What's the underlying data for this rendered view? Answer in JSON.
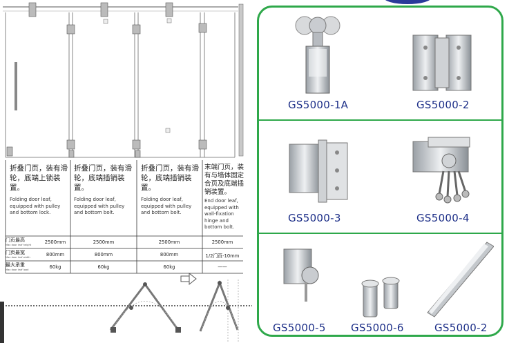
{
  "left_panel": {
    "columns": [
      {
        "cn": "折叠门页，装有滑轮，底端上锁装置。",
        "en": "Folding door leaf, equipped with pulley and bottom lock."
      },
      {
        "cn": "折叠门页，装有滑轮，底端插销装置。",
        "en": "Folding door leaf, equipped with pulley and bottom bolt."
      },
      {
        "cn": "折叠门页，装有滑轮，底端插销装置。",
        "en": "Folding door leaf, equipped with pulley and bottom bolt."
      },
      {
        "cn": "末端门页，装有与墙体固定合页及底端插销装置。",
        "en": "End door leaf, equipped with wall-fixation hinge and bottom bolt."
      }
    ],
    "spec_rows": [
      {
        "label": "门页最高",
        "sub": "Max door leaf height",
        "values": [
          "2500mm",
          "2500mm",
          "2500mm",
          "2500mm"
        ]
      },
      {
        "label": "门页最宽",
        "sub": "Max door leaf width",
        "values": [
          "800mm",
          "800mm",
          "800mm",
          "1/2门页-10mm"
        ]
      },
      {
        "label": "最大承重",
        "sub": "Max door leaf load",
        "values": [
          "60kg",
          "60kg",
          "60kg",
          "——"
        ]
      }
    ]
  },
  "products": [
    {
      "model": "GS5000-1A",
      "icon": "roller-hanger-icon"
    },
    {
      "model": "GS5000-2",
      "icon": "glass-hinge-icon"
    },
    {
      "model": "GS5000-3",
      "icon": "wall-hinge-icon"
    },
    {
      "model": "GS5000-4",
      "icon": "glass-lock-with-keys-icon"
    },
    {
      "model": "GS5000-5",
      "icon": "floor-bolt-clamp-icon"
    },
    {
      "model": "GS5000-6",
      "icon": "floor-socket-icon"
    },
    {
      "model": "GS5000-2",
      "icon": "aluminium-track-icon"
    }
  ],
  "colors": {
    "frame_green": "#2ea84a",
    "model_text_blue": "#1d2f88"
  }
}
